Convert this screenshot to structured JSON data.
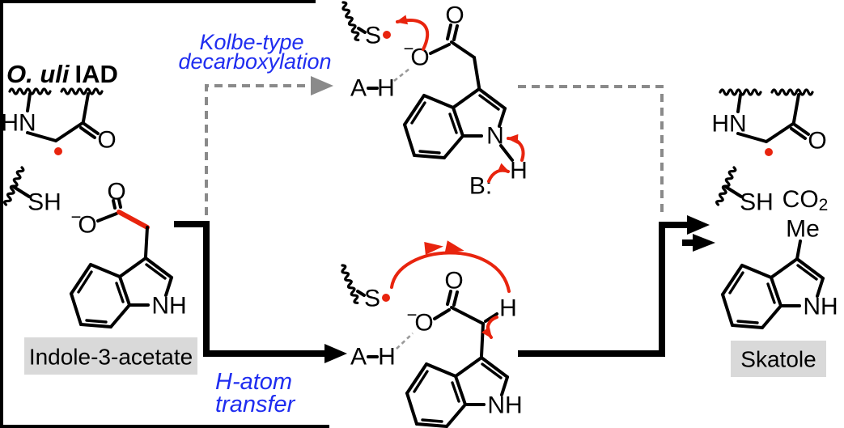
{
  "colors": {
    "red": "#e8240e",
    "blue": "#1f2df0",
    "gray_arrow": "#8a8a8a",
    "gray_hbond": "#9a9a9a",
    "label_bg": "#d9d9d9",
    "black": "#000000"
  },
  "title": {
    "species": "O. uli",
    "enzyme": "IAD"
  },
  "pathways": {
    "kolbe": {
      "line1": "Kolbe-type",
      "line2": "decarboxylation"
    },
    "hat": {
      "line1": "H-atom",
      "line2": "transfer"
    }
  },
  "molecules": {
    "substrate_label": "Indole-3-acetate",
    "product_label": "Skatole",
    "co2_main": "CO",
    "co2_sub": "2",
    "methyl": "Me"
  },
  "atoms": {
    "hn": "HN",
    "nh": "NH",
    "n": "N",
    "o": "O",
    "s": "S",
    "sh": "SH",
    "h": "H",
    "a": "A",
    "base": "B:",
    "minus": "−"
  }
}
